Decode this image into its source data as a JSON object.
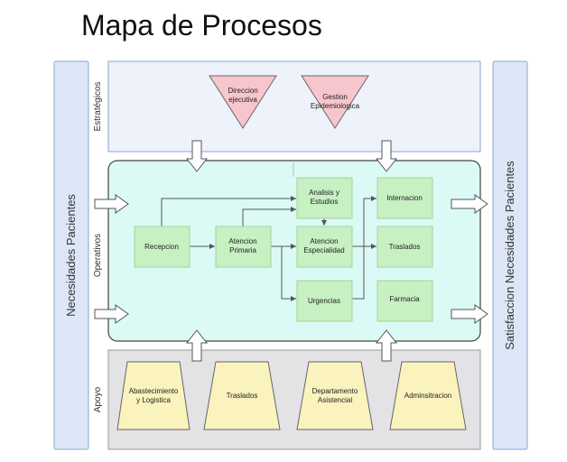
{
  "title": "Mapa de Procesos",
  "side_left": "Necesidades Pacientes",
  "side_right": "Satisfaccion Necesidades Pacientes",
  "band_labels": {
    "estrategicos": "Estratégicos",
    "operativos": "Operativos",
    "apoyo": "Apoyo"
  },
  "strategic": [
    {
      "line1": "Direccion",
      "line2": "ejecutiva"
    },
    {
      "line1": "Gestion",
      "line2": "Epidemiologica"
    }
  ],
  "operative": {
    "recepcion": "Recepcion",
    "atencion_primaria": {
      "line1": "Atencion",
      "line2": "Primaria"
    },
    "analisis": {
      "line1": "Analisis y",
      "line2": "Estudios"
    },
    "atencion_especialidad": {
      "line1": "Atencion",
      "line2": "Especialidad"
    },
    "urgencias": "Urgencias",
    "internacion": "Internacion",
    "traslados": "Traslados",
    "farmacia": "Farmacia"
  },
  "support": [
    {
      "line1": "Abastecimiento",
      "line2": "y Logistica"
    },
    {
      "line1": "Traslados",
      "line2": ""
    },
    {
      "line1": "Departamento",
      "line2": "Asistencial"
    },
    {
      "line1": "Adminsitracion",
      "line2": ""
    }
  ],
  "colors": {
    "side_fill": "#dce6f7",
    "side_stroke": "#8aa6d0",
    "strategic_band": "#eef2fb",
    "operative_band": "#dcfaf5",
    "support_band": "#e3e3e6",
    "process_fill": "#c7f0c3",
    "triangle_fill": "#f7c6cd",
    "trapezoid_fill": "#fbf3bd"
  }
}
